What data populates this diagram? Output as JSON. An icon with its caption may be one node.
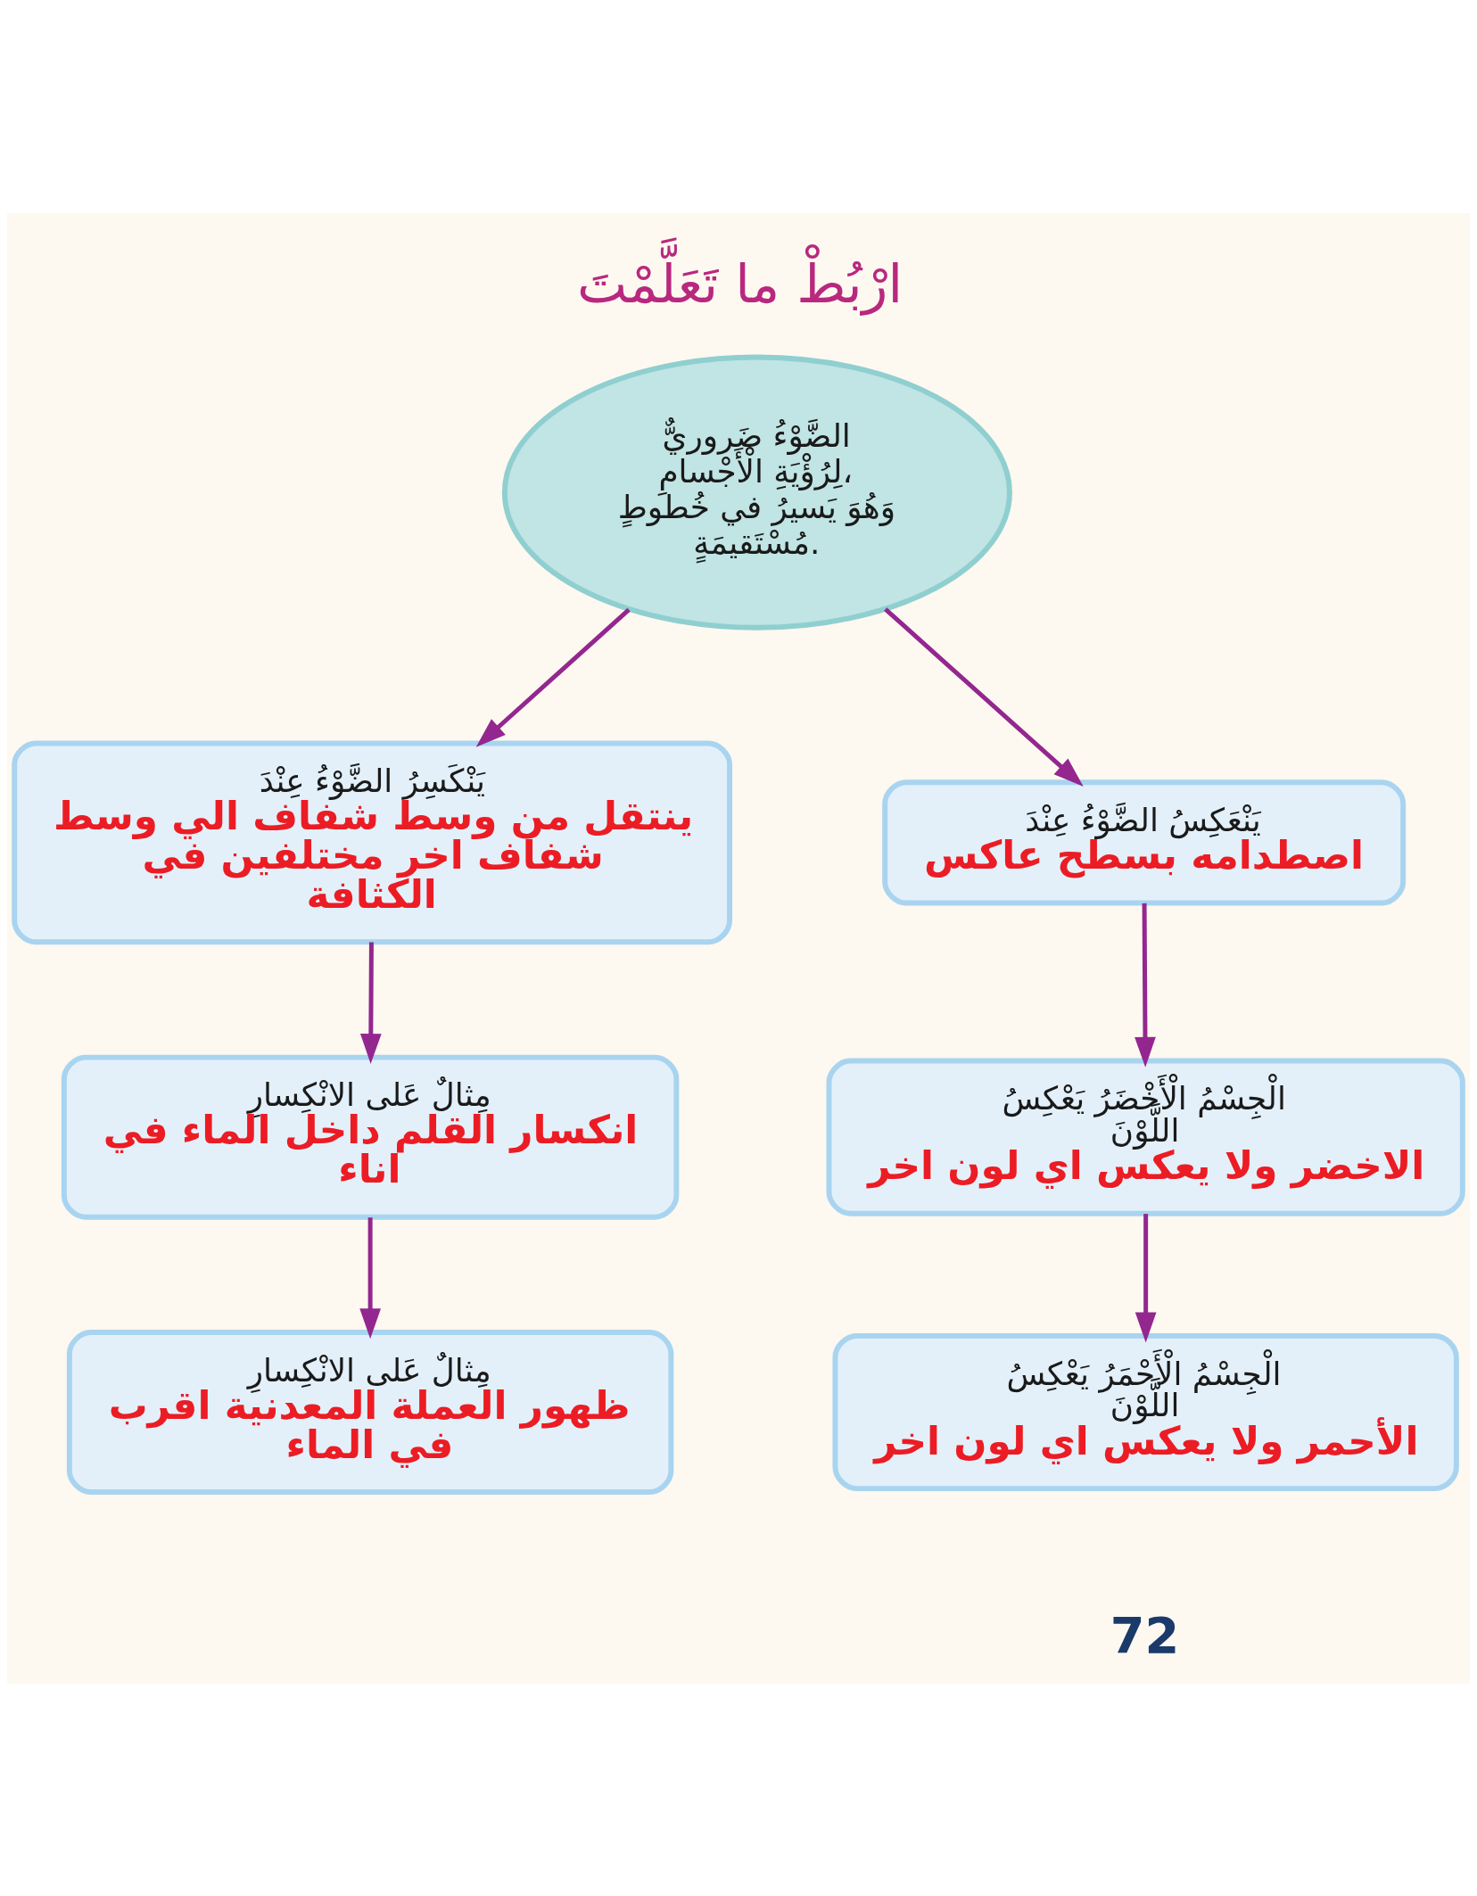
{
  "diagram": {
    "title": "ارْبُطْ ما تَعَلَّمْتَ",
    "nodes": [
      {
        "text": [
          "الضَّوْءُ ضَروريٌّ لِرُؤْيَةِ الْأَجْسامِ، وَهُوَ يَسيرُ في خُطوطٍ مُسْتَقيمَةٍ."
        ]
      },
      {
        "text": [
          "يَنْعَكِسُ الضَّوْءُ عِنْدَ",
          "اصطدامه بسطح عاكس"
        ]
      },
      {
        "text": [
          "يَنْكَسِرُ الضَّوْءُ عِنْدَ",
          "ينتقل من وسط شفاف الي وسط شفاف اخر مختلفين في الكثافة"
        ]
      },
      {
        "text": [
          "الْجِسْمُ الْأَخْضَرُ يَعْكِسُ اللَّوْنَ",
          "الاخضر ولا يعكس اي لون اخر"
        ]
      },
      {
        "text": [
          "مِثالٌ عَلى الانْكِسارِ",
          "انكسار القلم داخل الماء في اناء"
        ]
      },
      {
        "text": [
          "الْجِسْمُ الْأَحْمَرُ يَعْكِسُ اللَّوْنَ",
          "الأحمر ولا يعكس اي لون اخر"
        ]
      },
      {
        "text": [
          "مِثالٌ عَلى الانْكِسارِ",
          "ظهور العملة المعدنية اقرب في الماء"
        ]
      }
    ],
    "edges": [
      {
        "from": 0,
        "to": 1,
        "arrow": "to"
      },
      {
        "from": 0,
        "to": 2,
        "arrow": "to"
      },
      {
        "from": 1,
        "to": 3,
        "arrow": "to"
      },
      {
        "from": 2,
        "to": 4,
        "arrow": "to"
      },
      {
        "from": 3,
        "to": 5,
        "arrow": "to"
      },
      {
        "from": 4,
        "to": 6,
        "arrow": "to"
      }
    ],
    "labels": [
      "72"
    ]
  }
}
